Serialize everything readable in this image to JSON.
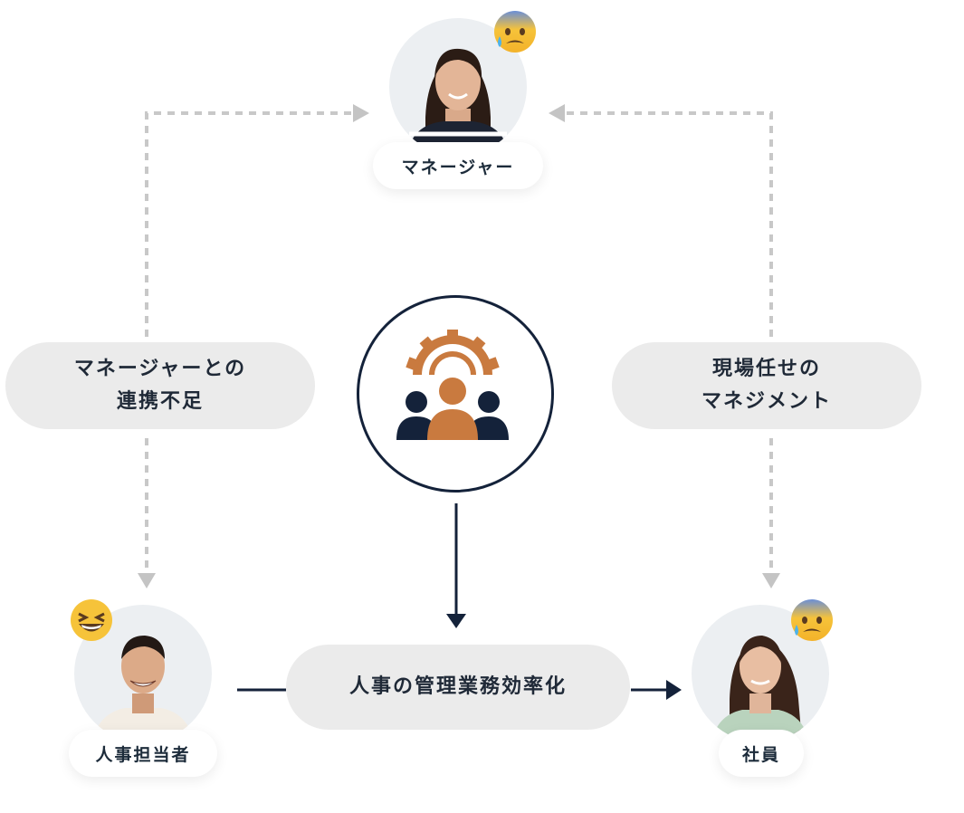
{
  "people": {
    "manager": {
      "label": "マネージャー",
      "emoji": "anxious-sweat-emoji"
    },
    "hr": {
      "label": "人事担当者",
      "emoji": "grinning-squint-emoji"
    },
    "employee": {
      "label": "社員",
      "emoji": "anxious-sweat-emoji"
    }
  },
  "issues": {
    "left": {
      "line1": "マネージャーとの",
      "line2": "連携不足"
    },
    "right": {
      "line1": "現場任せの",
      "line2": "マネジメント"
    }
  },
  "center_icon": "team-gear-icon",
  "outcome": {
    "label": "人事の管理業務効率化"
  },
  "colors": {
    "navy": "#14223a",
    "orange": "#c97a3f",
    "dashed": "#c8c8c8",
    "pill": "#ebebeb"
  }
}
